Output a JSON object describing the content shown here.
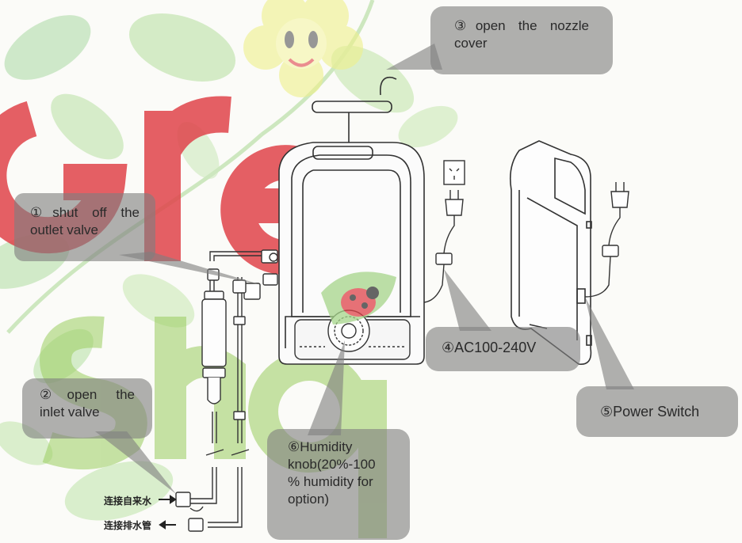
{
  "callouts": {
    "outlet": [
      "①shut off the",
      "outlet valve"
    ],
    "inlet": [
      "②open the",
      "inlet valve"
    ],
    "nozzle": [
      "③open the nozzle",
      "cover"
    ],
    "power": "④AC100-240V",
    "switch": "⑤Power Switch",
    "humidity": [
      "⑥Humidity",
      "knob(20%-100",
      "% humidity for",
      "option)"
    ]
  },
  "pipes": {
    "inlet_label": "连接自来水",
    "outlet_label": "连接排水管"
  },
  "colors": {
    "callout_fill": "#808080",
    "watermark_red": "#e0444a",
    "watermark_green": "#9acd5e",
    "watermark_yellow": "#eef08a"
  },
  "watermark_text": [
    "gre",
    "shop"
  ]
}
